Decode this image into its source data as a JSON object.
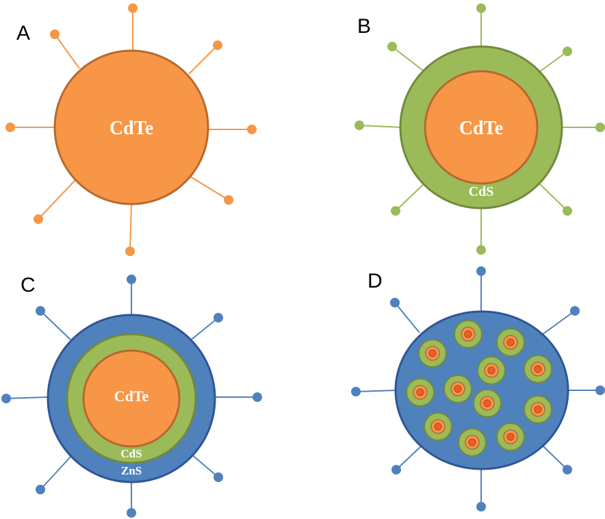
{
  "colors": {
    "core_fill": "#F79646",
    "core_stroke": "#B8682F",
    "cds_fill": "#9BBB59",
    "cds_stroke": "#71893F",
    "zns_fill": "#4F81BD",
    "zns_stroke": "#2F5597",
    "ligand_orange": "#F79646",
    "ligand_green": "#9BBB59",
    "ligand_blue": "#4F81BD",
    "label_text": "#FFFFFF"
  },
  "panels": {
    "a": {
      "letter": "A",
      "core_label": "CdTe"
    },
    "b": {
      "letter": "B",
      "core_label": "CdTe",
      "shell_label": "CdS"
    },
    "c": {
      "letter": "C",
      "core_label": "CdTe",
      "shell1_label": "CdS",
      "shell2_label": "ZnS"
    },
    "d": {
      "letter": "D",
      "embedded_particle_count": 12
    }
  }
}
